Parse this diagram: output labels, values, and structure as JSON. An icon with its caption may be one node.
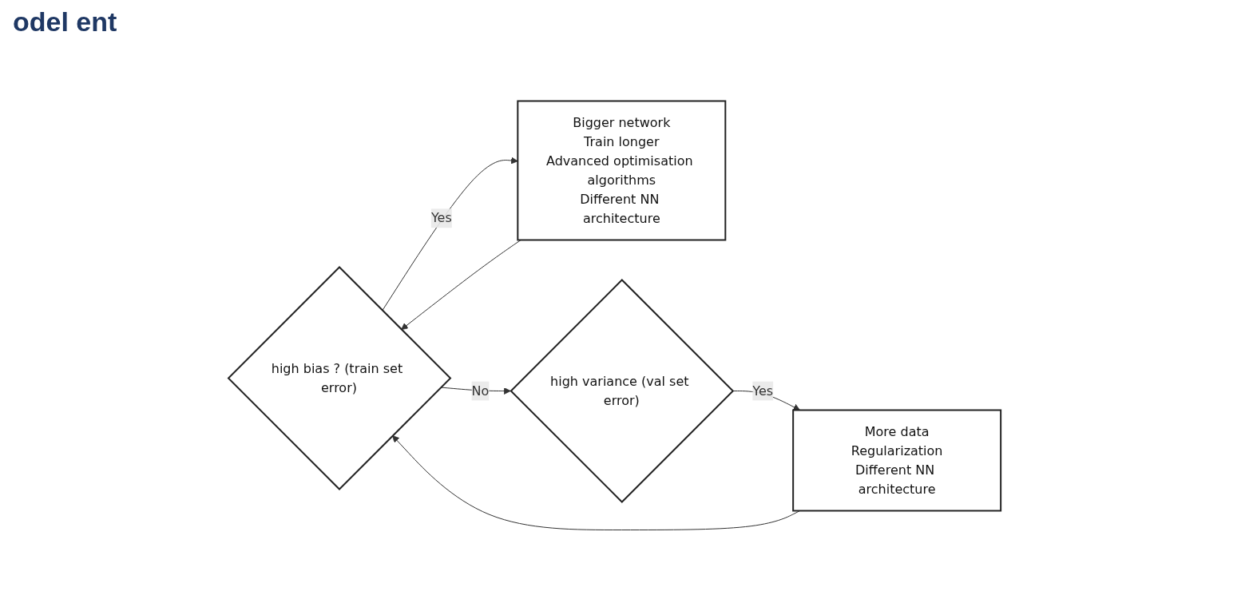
{
  "diagram": {
    "title": "odel ent",
    "nodes": [
      {
        "text": [
          "high bias ? (train set error)"
        ]
      },
      {
        "text": [
          "Bigger network",
          "Train longer",
          "Advanced optimisation algorithms",
          "Different NN architecture"
        ]
      },
      {
        "text": [
          "high variance (val set error)"
        ]
      },
      {
        "text": [
          "More data",
          "Regularization",
          "Different NN architecture"
        ]
      }
    ],
    "edges": [
      {
        "from": 0,
        "to": 1,
        "arrow": "to",
        "label": "Yes"
      },
      {
        "from": 0,
        "to": 2,
        "arrow": "to",
        "label": "No"
      },
      {
        "from": 2,
        "to": 3,
        "arrow": "to",
        "label": "Yes"
      },
      {
        "from": 1,
        "to": 0,
        "arrow": "to"
      },
      {
        "from": 3,
        "to": 0,
        "arrow": "to"
      }
    ]
  }
}
